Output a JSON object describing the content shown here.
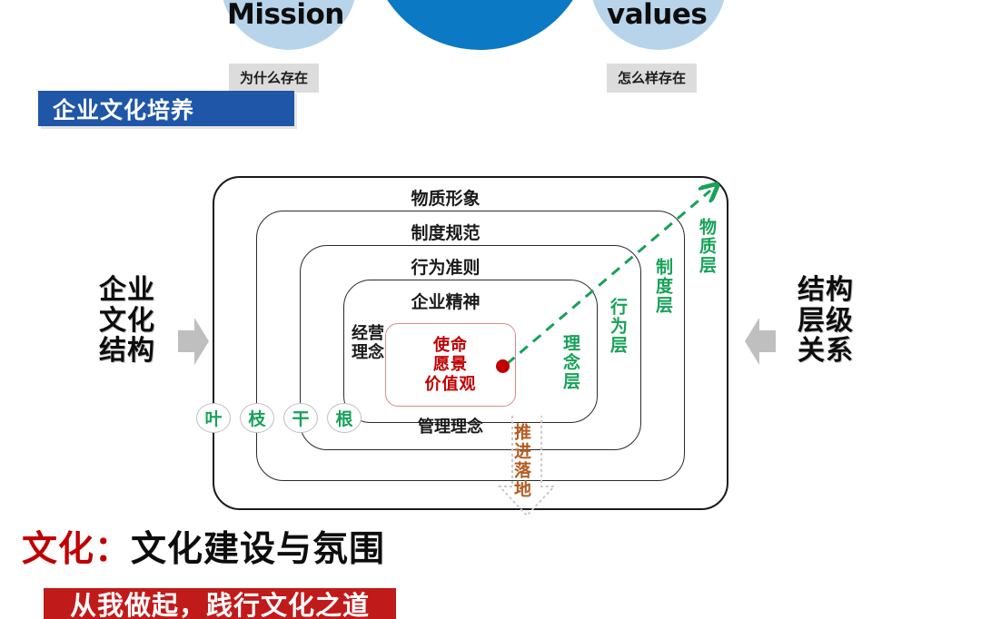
{
  "top": {
    "circles": [
      {
        "label": "Mission",
        "tag": "为什么存在",
        "color": "#b8d4ea"
      },
      {
        "label": "",
        "tag": "",
        "color": "#0b79c4"
      },
      {
        "label": "values",
        "tag": "怎么样存在",
        "color": "#b8d4ea"
      }
    ]
  },
  "banner": {
    "title": "企业文化培养",
    "bg": "#1f56a8",
    "color": "#ffffff"
  },
  "diagram": {
    "layers": [
      {
        "title": "物质形象",
        "vertical_label": "物质层"
      },
      {
        "title": "制度规范",
        "vertical_label": "制度层"
      },
      {
        "title": "行为准则",
        "vertical_label": "行为层"
      },
      {
        "title": "企业精神",
        "vertical_label": "理念层"
      }
    ],
    "core": {
      "lines": [
        "使命",
        "愿景",
        "价值观"
      ],
      "color": "#c00000",
      "border_color": "#d98b8b"
    },
    "inner_left_label": "经营理念",
    "inner_bottom_label": "管理理念",
    "tree_parts": [
      "叶",
      "枝",
      "干",
      "根"
    ],
    "tree_color": "#17a158",
    "green_color": "#17a158",
    "push_arrow_label": "推进落地",
    "push_arrow_color": "#b45b21"
  },
  "sides": {
    "left_caption": "企业\n文化\n结构",
    "left_caption_lines": [
      "企业",
      "文化",
      "结构"
    ],
    "right_caption_lines": [
      "结构",
      "层级",
      "关系"
    ],
    "arrow_color": "#bfbfbf"
  },
  "bottom": {
    "heading_red": "文化：",
    "heading_dark": "文化建设与氛围",
    "red_banner_text": "从我做起，践行文化之道",
    "red_banner_bg": "#c11a1a"
  }
}
